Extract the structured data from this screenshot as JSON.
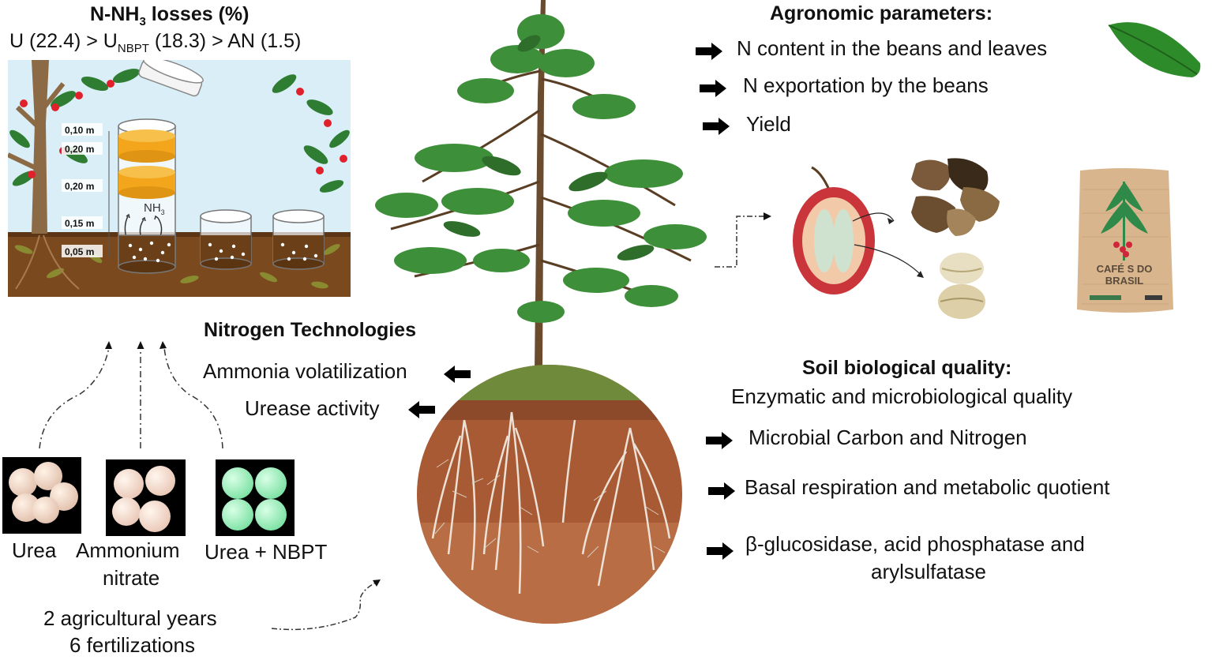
{
  "losses": {
    "title_main": "N-NH",
    "title_sub": "3",
    "title_end": " losses (%)",
    "ranking": [
      {
        "label": "U",
        "value": "22.4"
      },
      {
        "label": "U",
        "sub": "NBPT",
        "value": "18.3"
      },
      {
        "label": "AN",
        "value": "1.5"
      }
    ],
    "line_a": "U (22.4) > U",
    "line_sub": "NBPT",
    "line_b": " (18.3) > AN (1.5)"
  },
  "chamber": {
    "depths": [
      "0,10 m",
      "0,20 m",
      "0,20 m",
      "0,15 m",
      "0,05 m"
    ],
    "gas": "NH",
    "gas_sub": "3"
  },
  "agronomic": {
    "title": "Agronomic parameters:",
    "items": [
      "N content in the beans and leaves",
      "N exportation by the beans",
      "Yield"
    ]
  },
  "coffee_bag": {
    "line1": "CAFÉ S DO",
    "line2": "BRASIL"
  },
  "technologies": {
    "title": "Nitrogen Technologies",
    "items": [
      "Ammonia volatilization",
      "Urease activity"
    ]
  },
  "soil": {
    "title": "Soil biological quality:",
    "subtitle": "Enzymatic and microbiological quality",
    "items": [
      "Microbial Carbon and Nitrogen",
      "Basal respiration and metabolic quotient"
    ],
    "enzymes_line1": "β-glucosidase, acid phosphatase and",
    "enzymes_line2": "arylsulfatase"
  },
  "fertilizers": [
    {
      "label": "Urea",
      "color": "#e8c9b8"
    },
    {
      "label_1": "Ammonium",
      "label_2": "nitrate",
      "color": "#f0d4c4"
    },
    {
      "label": "Urea + NBPT",
      "color": "#7ee3a3"
    }
  ],
  "duration": {
    "line1": "2 agricultural years",
    "line2": "6 fertilizations"
  }
}
